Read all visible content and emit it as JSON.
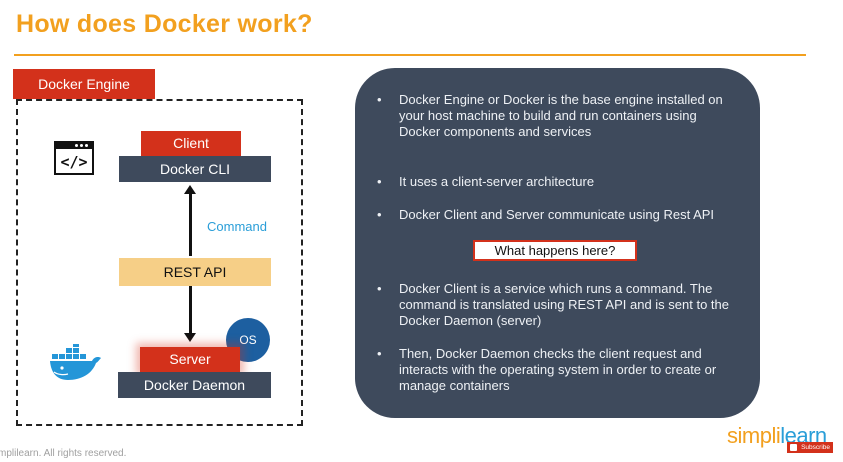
{
  "title": "How does Docker work?",
  "diagram": {
    "engine_label": "Docker Engine",
    "client_label": "Client",
    "cli_label": "Docker CLI",
    "code_icon_symbol": "</>",
    "command_label": "Command",
    "rest_api_label": "REST API",
    "os_label": "OS",
    "server_label": "Server",
    "daemon_label": "Docker Daemon",
    "icons": [
      "code-window-icon",
      "docker-whale-icon"
    ],
    "colors": {
      "red": "#d3311b",
      "slate": "#3e4a5c",
      "sand": "#f6cf87",
      "blue": "#1d5fa0",
      "orange": "#f2a01f"
    }
  },
  "panel": {
    "bullets": [
      "Docker Engine or Docker is the base engine installed on your host machine to build and run containers using Docker components and services",
      "It uses a client-server architecture",
      "Docker Client and Server communicate using Rest API",
      "Docker Client is a service which runs a command. The command is translated using REST API and is sent to the Docker Daemon (server)",
      "Then, Docker Daemon checks the client request and interacts with the operating system in order to create or manage containers"
    ],
    "callout": "What happens here?"
  },
  "footer": {
    "copyright": "mplilearn. All rights reserved.",
    "logo_simpli": "simpli",
    "logo_learn": "learn",
    "subscribe": "Subscribe"
  }
}
